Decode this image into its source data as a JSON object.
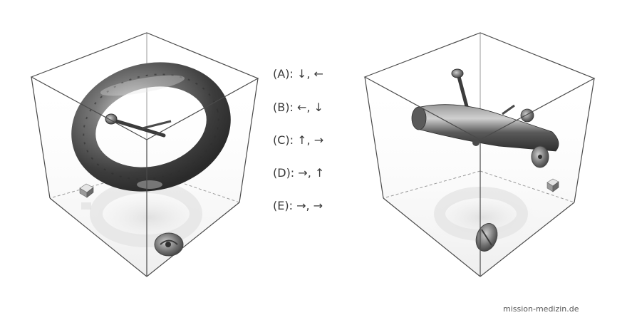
{
  "options": [
    {
      "letter": "(A)",
      "text": "(A): ↓, ←"
    },
    {
      "letter": "(B)",
      "text": "(B): ←, ↓"
    },
    {
      "letter": "(C)",
      "text": "(C): ↑, →"
    },
    {
      "letter": "(D)",
      "text": "(D): →, ↑"
    },
    {
      "letter": "(E)",
      "text": "(E): →, →"
    }
  ],
  "watermark": "mission-medizin.de",
  "colors": {
    "edge": "#4a4a4a",
    "hidden_edge": "#9a9a9a",
    "object_dark": "#3c3c3c",
    "object_light": "#d8d8d8",
    "text": "#3a3a3a"
  },
  "figures": [
    {
      "name": "left-cube",
      "objects": [
        "torus",
        "nail",
        "cube-block",
        "disc"
      ]
    },
    {
      "name": "right-cube",
      "objects": [
        "cylinder-tube",
        "nail",
        "cube-block",
        "disc"
      ]
    }
  ]
}
